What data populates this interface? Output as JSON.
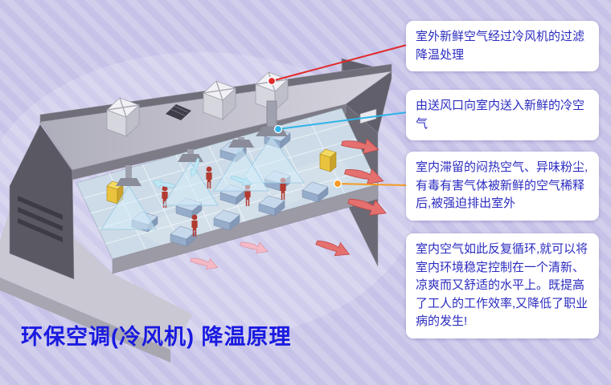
{
  "title": "环保空调(冷风机) 降温原理",
  "callouts": [
    {
      "text": "室外新鲜空气经过冷风机的过滤降温处理",
      "marker_color": "#e02a2a"
    },
    {
      "text": "由送风口向室内送入新鲜的冷空气",
      "marker_color": "#2fb3e8"
    },
    {
      "text": "室内滞留的闷热空气、异味粉尘,有毒有害气体被新鲜的空气稀释后,被强迫排出室外",
      "marker_color": "#f59a23"
    },
    {
      "text": "室内空气如此反复循环,就可以将室内环境稳定控制在一个清新、凉爽而又舒适的水平上。既提高了工人的工作效率,又降低了职业病的发生!"
    }
  ],
  "colors": {
    "background": "#c6c2e8",
    "box_bg": "#ffffff",
    "callout_text": "#2b2bc0",
    "title": "#1a1ae0",
    "line_red": "#e02a2a",
    "line_cyan": "#2fb3e8",
    "line_orange": "#f59a23",
    "exhaust_arrow": "#e57070",
    "cool_air": "#bfe6f4"
  }
}
